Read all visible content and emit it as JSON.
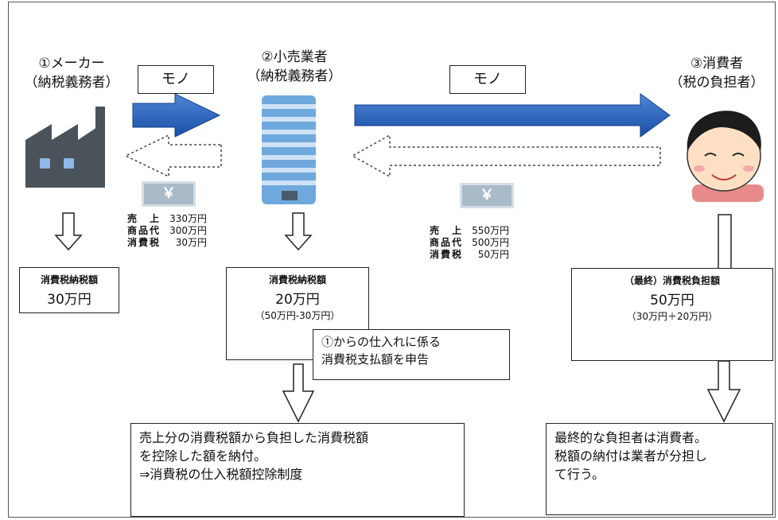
{
  "actors": {
    "maker": {
      "name": "①メーカー",
      "role": "（納税義務者）"
    },
    "retailer": {
      "name": "②小売業者",
      "role": "（納税義務者）"
    },
    "consumer": {
      "name": "③消費者",
      "role": "（税の負担者）"
    }
  },
  "goods_label_1": "モノ",
  "goods_label_2": "モノ",
  "yen_symbol_1": "￥",
  "yen_symbol_2": "￥",
  "transaction_1": {
    "sales": {
      "label": "売　上",
      "value": "330万円"
    },
    "goods": {
      "label": "商品代",
      "value": "300万円"
    },
    "tax": {
      "label": "消費税",
      "value": "30万円"
    }
  },
  "transaction_2": {
    "sales": {
      "label": "売　上",
      "value": "550万円"
    },
    "goods": {
      "label": "商品代",
      "value": "500万円"
    },
    "tax": {
      "label": "消費税",
      "value": "50万円"
    }
  },
  "maker_box": {
    "title": "消費税納税額",
    "amount": "30万円"
  },
  "retailer_box": {
    "title": "消費税納税額",
    "amount": "20万円",
    "calc": "（50万円-30万円）"
  },
  "consumer_box": {
    "title": "（最終）消費税負担額",
    "amount": "50万円",
    "calc": "（30万円＋20万円）"
  },
  "retailer_note": {
    "line1": "①からの仕入れに係る",
    "line2": "消費税支払額を申告"
  },
  "bottom_left": {
    "line1": "売上分の消費税額から負担した消費税額",
    "line2": "を控除した額を納付。",
    "line3": "⇒消費税の仕入税額控除制度"
  },
  "bottom_right": {
    "line1": "最終的な負担者は消費者。",
    "line2": "税額の納付は業者が分担し",
    "line3": "て行う。"
  },
  "colors": {
    "goods_arrow": "#1f5fbf",
    "building": "#6fa8dc",
    "factory": "#4a525a",
    "yen_note": "#a9bac9"
  }
}
